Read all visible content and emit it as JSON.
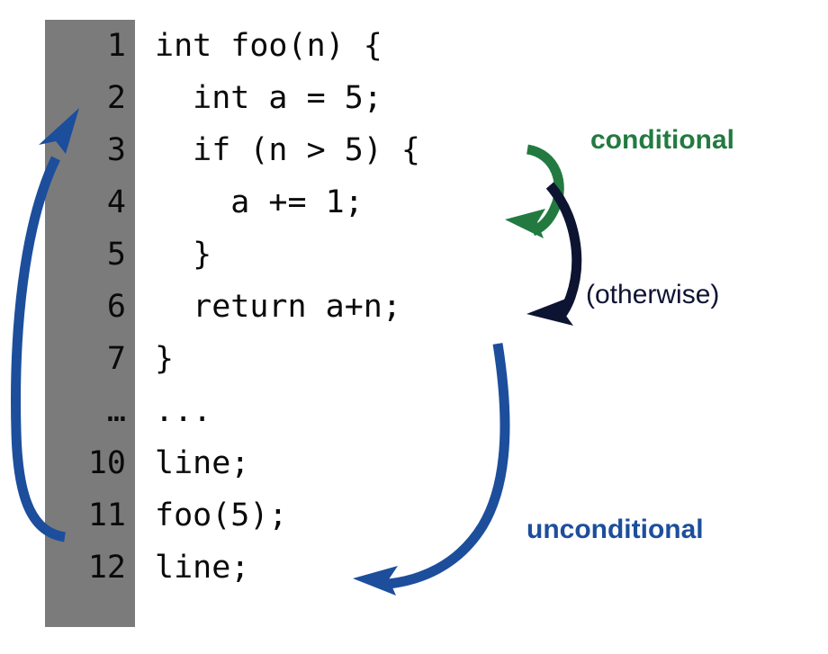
{
  "figure": {
    "kind": "code-control-flow-diagram",
    "background": "#ffffff",
    "gutter_color": "#7b7b7b",
    "code_color": "#0a0a0a"
  },
  "code": {
    "lines": [
      {
        "number": "1",
        "text": "int foo(n) {"
      },
      {
        "number": "2",
        "text": "  int a = 5;"
      },
      {
        "number": "3",
        "text": "  if (n > 5) {"
      },
      {
        "number": "4",
        "text": "    a += 1;"
      },
      {
        "number": "5",
        "text": "  }"
      },
      {
        "number": "6",
        "text": "  return a+n;"
      },
      {
        "number": "7",
        "text": "}"
      },
      {
        "number": "…",
        "text": "..."
      },
      {
        "number": "10",
        "text": "line;"
      },
      {
        "number": "11",
        "text": "foo(5);"
      },
      {
        "number": "12",
        "text": "line;"
      }
    ]
  },
  "annotations": {
    "conditional": {
      "label": "conditional",
      "color": "#237a41"
    },
    "otherwise": {
      "label": "(otherwise)",
      "color": "#0d1432"
    },
    "unconditional": {
      "label": "unconditional",
      "color": "#1c4e9c"
    }
  },
  "edges": [
    {
      "name": "conditional-branch-taken",
      "color": "#237a41",
      "from_line": "3",
      "to_line": "4",
      "label": "conditional"
    },
    {
      "name": "conditional-branch-otherwise",
      "color": "#0d1432",
      "from_line": "3",
      "to_line": "6",
      "label": "(otherwise)"
    },
    {
      "name": "unconditional-return",
      "color": "#1c4e9c",
      "from_line": "6",
      "to_line": "12",
      "label": "unconditional"
    },
    {
      "name": "unconditional-call",
      "color": "#1c4e9c",
      "from_line": "11",
      "to_line": "2",
      "label": "unconditional"
    }
  ]
}
